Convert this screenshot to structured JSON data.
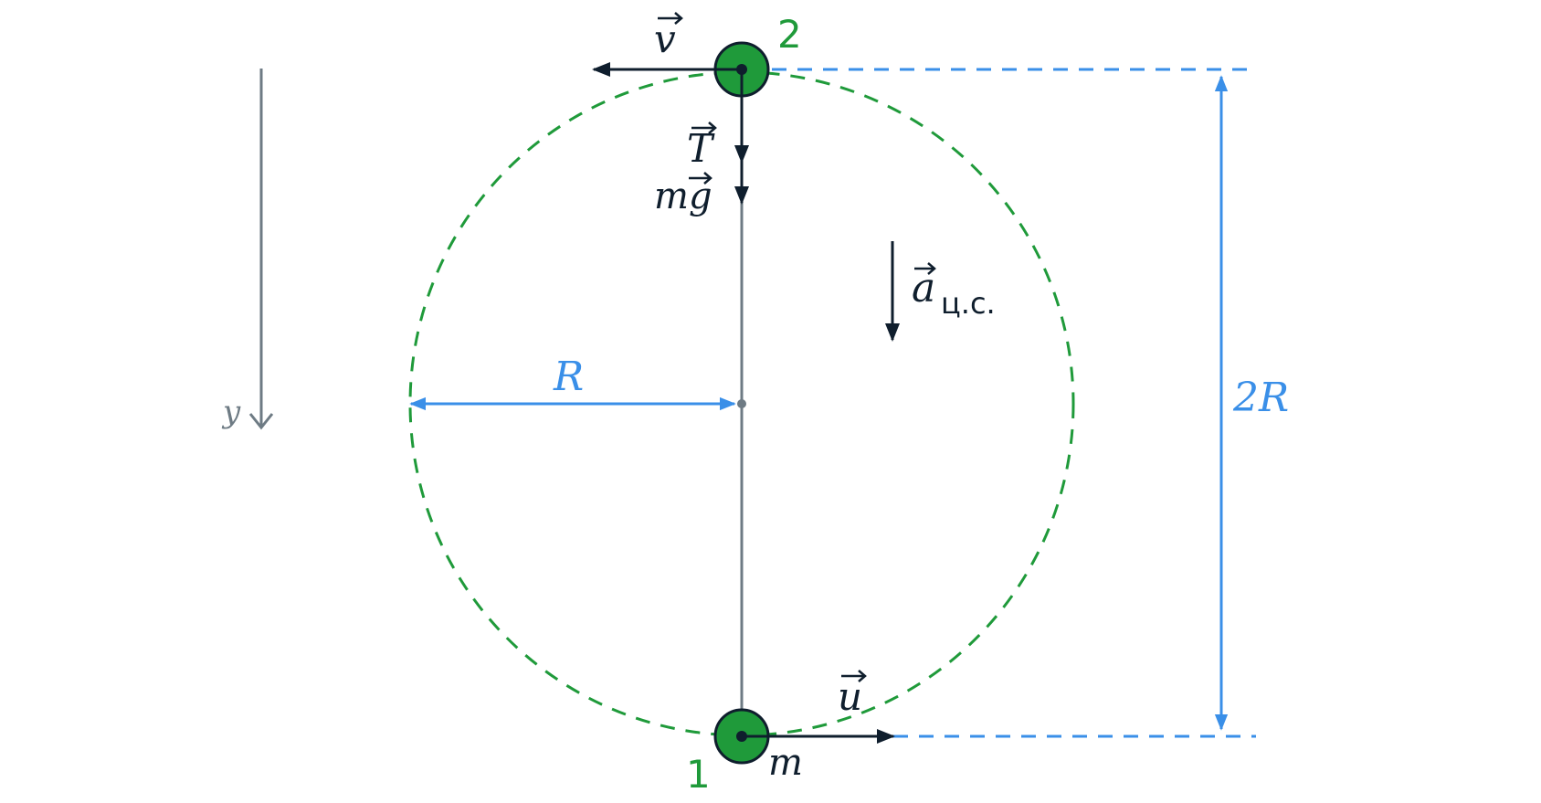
{
  "colors": {
    "green": "#1f9a3a",
    "green_fill": "#1f9a3a",
    "blue": "#3a8fe8",
    "dark": "#0f1e2d",
    "gray": "#6e7b84"
  },
  "labels": {
    "point_top": "2",
    "point_bottom": "1",
    "velocity_top": "v",
    "velocity_bottom": "u",
    "tension": "T",
    "gravity_m": "m",
    "gravity_g": "g",
    "accel_a": "a",
    "accel_sub": "ц.с.",
    "radius": "R",
    "diameter": "2R",
    "axis_y": "y",
    "mass": "m"
  }
}
